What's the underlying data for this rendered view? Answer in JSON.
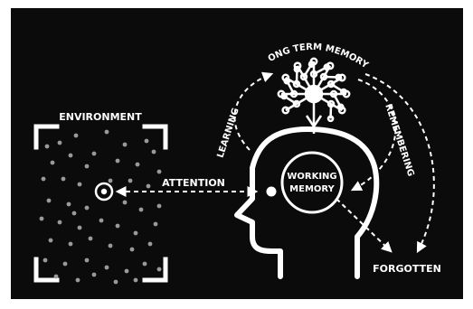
{
  "labels": {
    "environment": "ENVIRONMENT",
    "attention": "ATTENTION",
    "long_term_memory": "LONG TERM MEMORY",
    "learning": "LEARNING",
    "remembering": "REMEMBERING",
    "working_memory_line1": "WORKING",
    "working_memory_line2": "MEMORY",
    "forgotten": "FORGOTTEN"
  },
  "colors": {
    "background": "#0b0b0b",
    "foreground": "#ffffff",
    "dots": "#9a9a9a"
  }
}
